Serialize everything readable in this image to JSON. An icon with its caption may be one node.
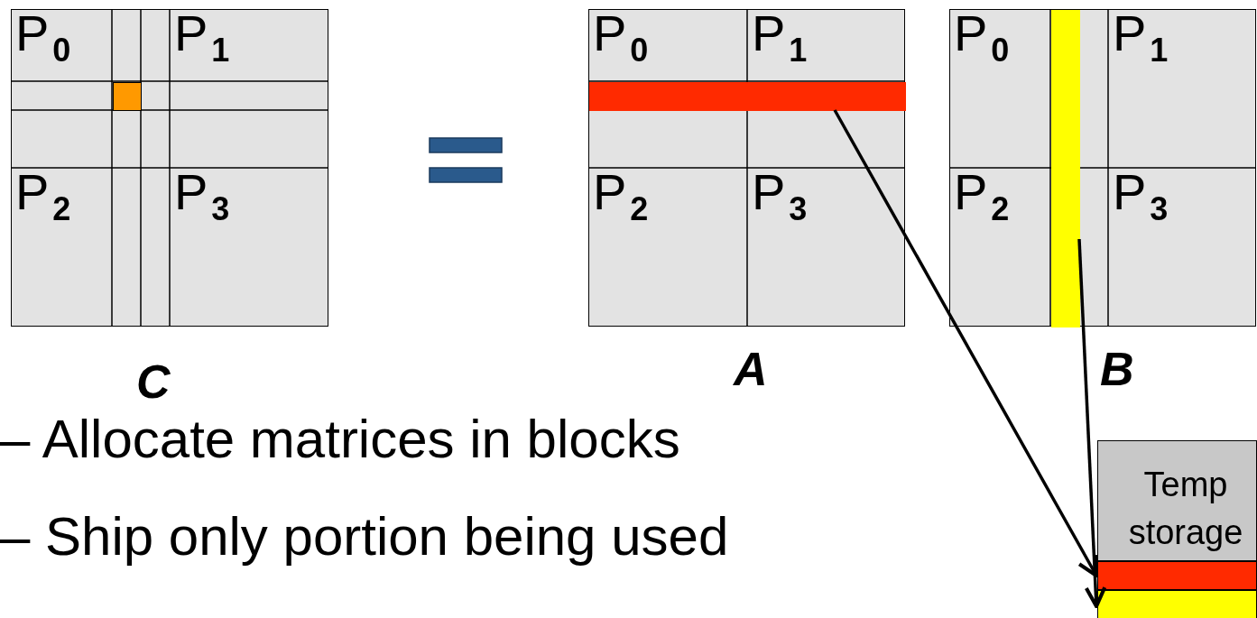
{
  "diagram": {
    "nodes": [
      {
        "text": [
          "C"
        ]
      },
      {
        "text": [
          "P$_{0}$"
        ],
        "in": 0
      },
      {
        "text": [
          "P$_{1}$"
        ],
        "in": 0
      },
      {
        "text": [
          "P$_{2}$"
        ],
        "in": 0
      },
      {
        "text": [
          "P$_{3}$"
        ],
        "in": 0
      },
      {
        "text": [],
        "shape": "box",
        "in": 0
      },
      {
        "text": [
          "A"
        ]
      },
      {
        "text": [
          "P$_{0}$"
        ],
        "in": 6
      },
      {
        "text": [
          "P$_{1}$"
        ],
        "in": 6
      },
      {
        "text": [
          "P$_{2}$"
        ],
        "in": 6
      },
      {
        "text": [
          "P$_{3}$"
        ],
        "in": 6
      },
      {
        "text": [],
        "shape": "bar",
        "in": 6
      },
      {
        "text": [
          "B"
        ]
      },
      {
        "text": [
          "P$_{0}$"
        ],
        "in": 12
      },
      {
        "text": [
          "P$_{1}$"
        ],
        "in": 12
      },
      {
        "text": [
          "P$_{2}$"
        ],
        "in": 12
      },
      {
        "text": [
          "P$_{3}$"
        ],
        "in": 12
      },
      {
        "text": [],
        "shape": "bar",
        "in": 12
      },
      {
        "text": [
          "Temp storage"
        ]
      },
      {
        "text": [],
        "shape": "bar"
      },
      {
        "text": [],
        "shape": "bar"
      }
    ],
    "edges": [
      {
        "from": 11,
        "to": 19,
        "arrow": "to"
      },
      {
        "from": 17,
        "to": 20,
        "arrow": "to"
      }
    ],
    "labels": [
      "– Allocate matrices in blocks",
      "– Ship only portion being used"
    ]
  }
}
